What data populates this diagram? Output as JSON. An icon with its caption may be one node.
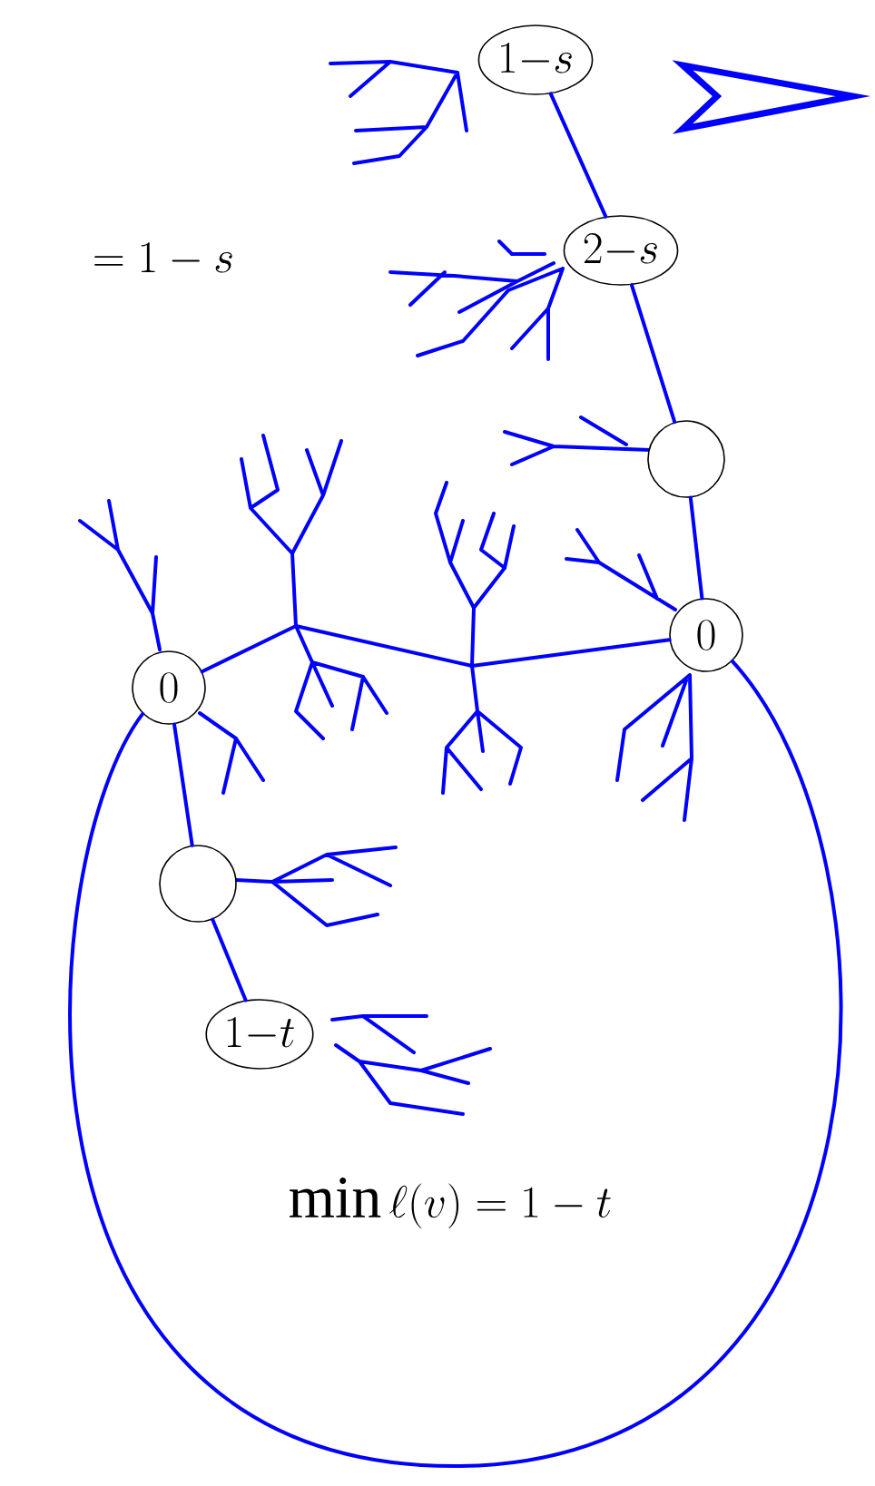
{
  "diagram": {
    "nodes": [
      {
        "text": [
          "1{-}s"
        ]
      },
      {
        "text": [
          "2{-}s"
        ]
      },
      {
        "text": [],
        "shape": "circle"
      },
      {
        "text": [
          "0"
        ]
      },
      {
        "text": [
          "0"
        ]
      },
      {
        "text": [],
        "shape": "circle"
      },
      {
        "text": [
          "1{-}t"
        ]
      }
    ],
    "edges": [
      {
        "from": 0,
        "to": 1,
        "arrow": "none"
      },
      {
        "from": 1,
        "to": 2,
        "arrow": "none"
      },
      {
        "from": 2,
        "to": 3,
        "arrow": "none"
      },
      {
        "from": 4,
        "to": 3,
        "arrow": "none"
      },
      {
        "from": 4,
        "to": 5,
        "arrow": "none"
      },
      {
        "from": 5,
        "to": 6,
        "arrow": "none"
      },
      {
        "from": 4,
        "to": 3,
        "arrow": "none"
      }
    ],
    "labels": [
      "= 1 - s",
      "\\min \\ell(v) = 1 - t"
    ]
  }
}
